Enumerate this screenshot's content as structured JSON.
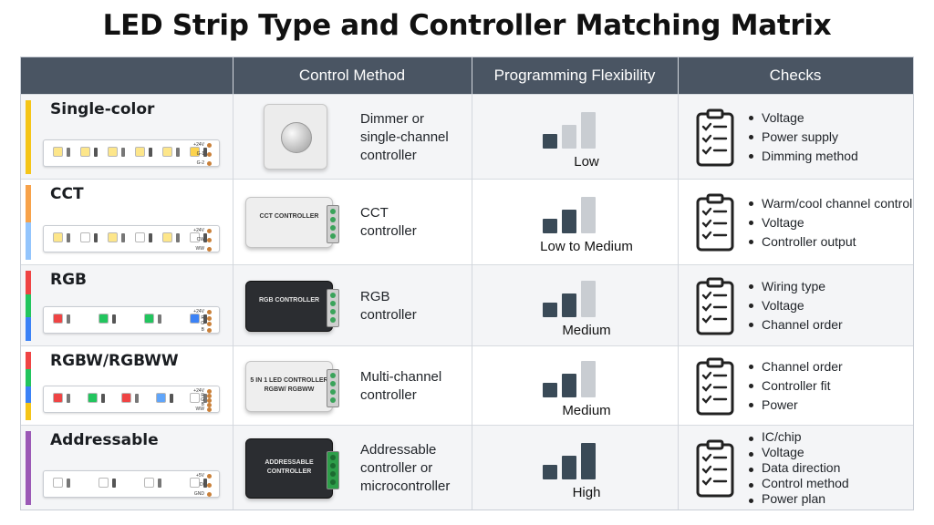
{
  "title": "LED Strip Type and Controller Matching Matrix",
  "headers": [
    "Control Method",
    "Programming Flexibility",
    "Checks"
  ],
  "rows": [
    {
      "name": "Single-color",
      "bar_colors": [
        "#f5c518"
      ],
      "strip_leds": [
        "#fde68a",
        "#fde68a",
        "#fde68a",
        "#fde68a",
        "#fde68a",
        "#fcd34d"
      ],
      "strip_pads": [
        "+24V",
        "G-1",
        "G-2"
      ],
      "device": {
        "name": "dimmer-knob",
        "label": "",
        "color": "#ececec"
      },
      "controller": [
        "Dimmer or",
        "single-channel",
        "controller"
      ],
      "flexibility": {
        "label": "Low",
        "filled": 1
      },
      "checks": [
        "Voltage",
        "Power supply",
        "Dimming method"
      ]
    },
    {
      "name": "CCT",
      "bar_colors": [
        "#f7a24a",
        "#93c5fd"
      ],
      "strip_leds": [
        "#fde68a",
        "#ffffff",
        "#fde68a",
        "#ffffff",
        "#fde68a",
        "#ffffff"
      ],
      "strip_pads": [
        "+24V",
        "CW",
        "WW"
      ],
      "device": {
        "name": "cct-controller",
        "label": "CCT CONTROLLER",
        "color": "#eeeeee"
      },
      "controller": [
        "CCT",
        "controller"
      ],
      "flexibility": {
        "label": "Low to Medium",
        "filled": 2
      },
      "checks": [
        "Warm/cool channel control",
        "Voltage",
        "Controller output"
      ]
    },
    {
      "name": "RGB",
      "bar_colors": [
        "#ef4444",
        "#22c55e",
        "#3b82f6"
      ],
      "strip_leds": [
        "#ef4444",
        "#22c55e",
        "#22c55e",
        "#3b82f6"
      ],
      "strip_pads": [
        "+24V",
        "R",
        "G",
        "B"
      ],
      "device": {
        "name": "rgb-controller",
        "label": "RGB CONTROLLER",
        "color": "#2b2d31"
      },
      "controller": [
        "RGB",
        "controller"
      ],
      "flexibility": {
        "label": "Medium",
        "filled": 2
      },
      "checks": [
        "Wiring type",
        "Voltage",
        "Channel order"
      ]
    },
    {
      "name": "RGBW/RGBWW",
      "bar_colors": [
        "#ef4444",
        "#22c55e",
        "#3b82f6",
        "#f5c518"
      ],
      "strip_leds": [
        "#ef4444",
        "#22c55e",
        "#ef4444",
        "#60a5fa",
        "#ffffff"
      ],
      "strip_pads": [
        "+24V",
        "R",
        "G",
        "B",
        "WW"
      ],
      "device": {
        "name": "multi-channel-controller",
        "label": "5 IN 1 LED CONTROLLER RGBW/ RGBWW",
        "color": "#eeeeee"
      },
      "controller": [
        "Multi-channel",
        "controller"
      ],
      "flexibility": {
        "label": "Medium",
        "filled": 2
      },
      "checks": [
        "Channel order",
        "Controller fit",
        "Power"
      ]
    },
    {
      "name": "Addressable",
      "bar_colors": [
        "#9b59b6"
      ],
      "strip_leds": [
        "#ffffff",
        "#ffffff",
        "#ffffff",
        "#ffffff"
      ],
      "strip_pads": [
        "+5V",
        "DI",
        "GND"
      ],
      "device": {
        "name": "addressable-controller",
        "label": "ADDRESSABLE CONTROLLER",
        "color": "#2b2d31"
      },
      "controller": [
        "Addressable",
        "controller or",
        "microcontroller"
      ],
      "flexibility": {
        "label": "High",
        "filled": 3
      },
      "checks": [
        "IC/chip",
        "Voltage",
        "Data direction",
        "Control method",
        "Power plan"
      ]
    }
  ],
  "colors": {
    "header_bg": "#4a5563",
    "signal_filled": "#3a4a57",
    "signal_empty": "#c9cdd2",
    "terminal_green": "#2e9e4a"
  }
}
